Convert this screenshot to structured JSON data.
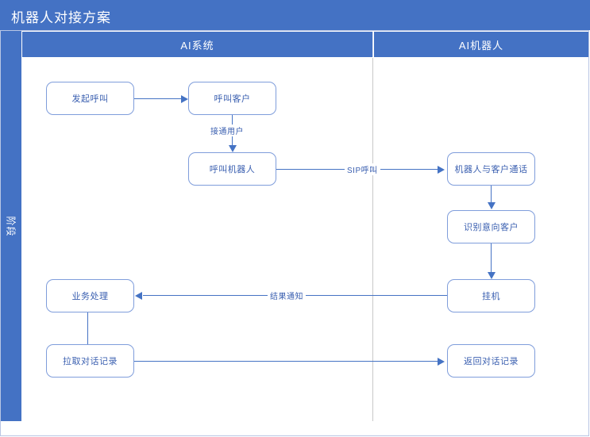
{
  "diagram": {
    "title": "机器人对接方案",
    "lane_axis_label": "阶段",
    "columns": [
      {
        "id": "ai-system",
        "label": "AI系统"
      },
      {
        "id": "ai-robot",
        "label": "AI机器人"
      }
    ],
    "nodes": [
      {
        "id": "initiate-call",
        "label": "发起呼叫",
        "column": "ai-system"
      },
      {
        "id": "call-customer",
        "label": "呼叫客户",
        "column": "ai-system"
      },
      {
        "id": "call-robot",
        "label": "呼叫机器人",
        "column": "ai-system"
      },
      {
        "id": "business-process",
        "label": "业务处理",
        "column": "ai-system"
      },
      {
        "id": "fetch-dialog-log",
        "label": "拉取对话记录",
        "column": "ai-system"
      },
      {
        "id": "robot-talk",
        "label": "机器人与客户通话",
        "column": "ai-robot"
      },
      {
        "id": "identify-intent",
        "label": "识别意向客户",
        "column": "ai-robot"
      },
      {
        "id": "hang-up",
        "label": "挂机",
        "column": "ai-robot"
      },
      {
        "id": "return-dialog-log",
        "label": "返回对话记录",
        "column": "ai-robot"
      }
    ],
    "edges": [
      {
        "id": "e1",
        "from": "initiate-call",
        "to": "call-customer",
        "label": ""
      },
      {
        "id": "e2",
        "from": "call-customer",
        "to": "call-robot",
        "label": "接通用户"
      },
      {
        "id": "e3",
        "from": "call-robot",
        "to": "robot-talk",
        "label": "SIP呼叫"
      },
      {
        "id": "e4",
        "from": "robot-talk",
        "to": "identify-intent",
        "label": ""
      },
      {
        "id": "e5",
        "from": "identify-intent",
        "to": "hang-up",
        "label": ""
      },
      {
        "id": "e6",
        "from": "hang-up",
        "to": "business-process",
        "label": "结果通知"
      },
      {
        "id": "e7",
        "from": "business-process",
        "to": "fetch-dialog-log",
        "label": ""
      },
      {
        "id": "e8",
        "from": "fetch-dialog-log",
        "to": "return-dialog-log",
        "label": ""
      }
    ],
    "colors": {
      "header": "#4472C4",
      "node_border": "#7f9ddb",
      "node_text": "#3a5fb0",
      "connector": "#4573c4",
      "frame_border": "#b9c6e4",
      "lane_divider": "#c8c8c8"
    }
  }
}
